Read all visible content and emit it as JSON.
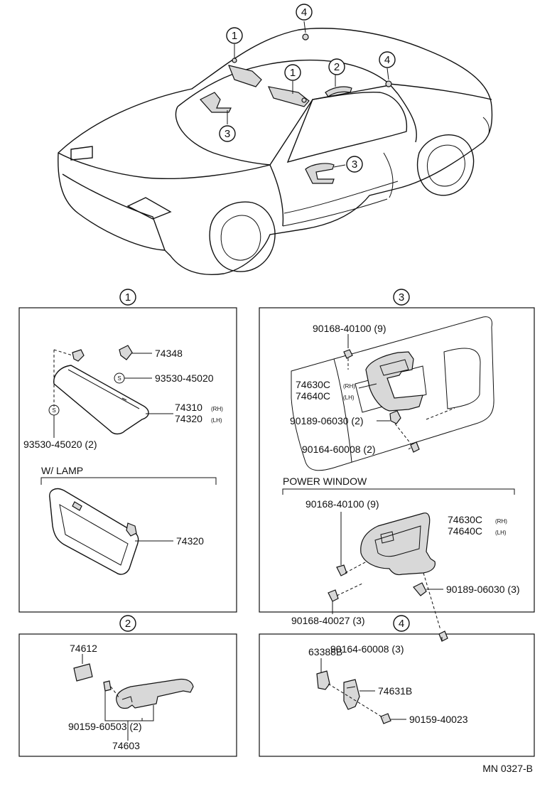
{
  "callouts": {
    "c1": "1",
    "c2": "2",
    "c3": "3",
    "c4": "4"
  },
  "panel1": {
    "part_74348": "74348",
    "part_93530_45020": "93530-45020",
    "part_74310": "74310",
    "rh": "(RH)",
    "part_74320": "74320",
    "lh": "(LH)",
    "part_93530_45020_2": "93530-45020 (2)",
    "screw_symbol": "S",
    "w_lamp": "W/ LAMP",
    "part_74320_lamp": "74320"
  },
  "panel3": {
    "part_90168_40100_9": "90168-40100 (9)",
    "part_74630C": "74630C",
    "part_74640C": "74640C",
    "rh": "(RH)",
    "lh": "(LH)",
    "part_90189_06030_2": "90189-06030 (2)",
    "part_90164_60008_2": "90164-60008 (2)",
    "power_window": "POWER WINDOW",
    "pw_90168_40100_9": "90168-40100 (9)",
    "pw_74630C": "74630C",
    "pw_74640C": "74640C",
    "pw_90189_06030_3": "90189-06030 (3)",
    "pw_90168_40027_3": "90168-40027 (3)",
    "pw_90164_60008_3": "90164-60008 (3)"
  },
  "panel2": {
    "part_74612": "74612",
    "part_90159_60503_2": "90159-60503 (2)",
    "part_74603": "74603"
  },
  "panel4": {
    "part_63388B": "63388B",
    "part_74631B": "74631B",
    "part_90159_40023": "90159-40023"
  },
  "footer": {
    "ref_code": "MN 0327-B"
  }
}
